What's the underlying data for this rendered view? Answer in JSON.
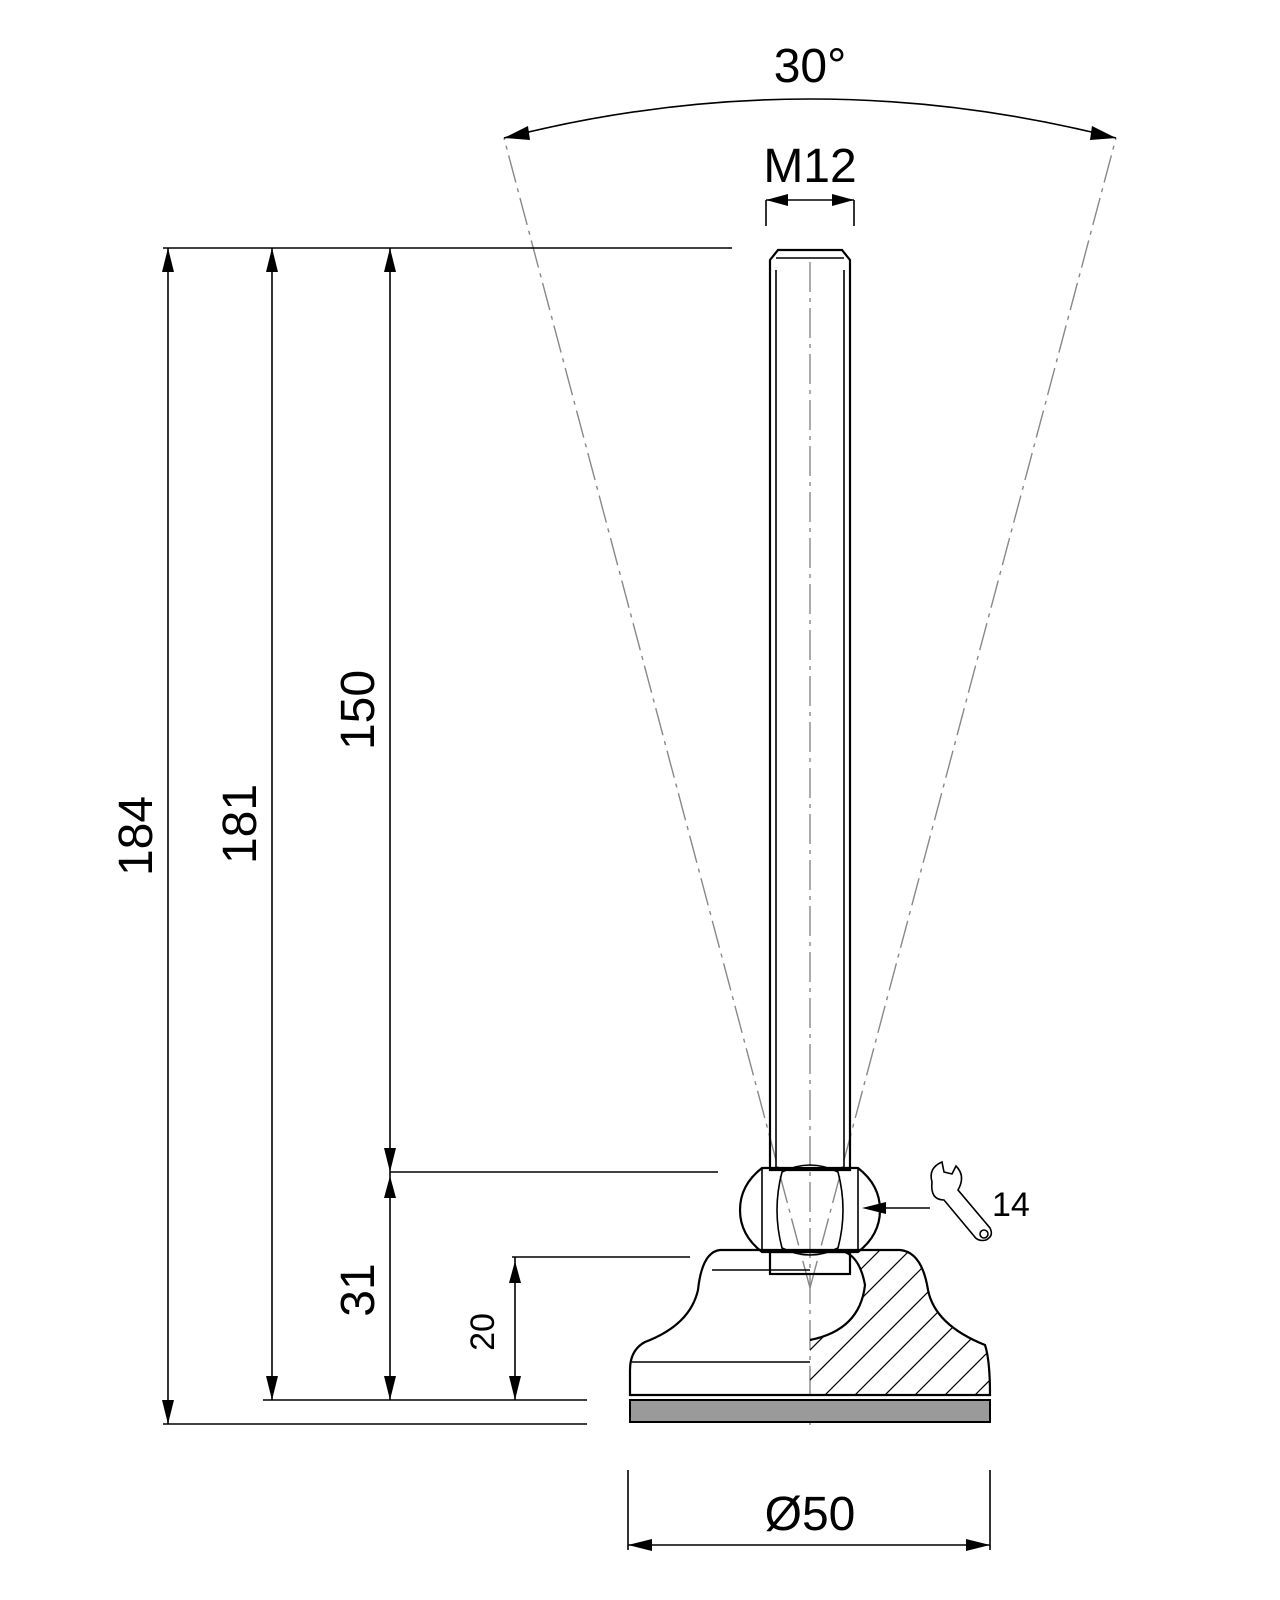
{
  "dimensions": {
    "angle": "30°",
    "thread": "M12",
    "total_height": "184",
    "height_to_base": "181",
    "thread_length": "150",
    "nut_to_base": "31",
    "base_height": "20",
    "wrench_size": "14",
    "base_diameter": "Ø50"
  },
  "colors": {
    "line": "#000000",
    "center_line": "#888888",
    "pad": "#9a9a9a"
  },
  "icons": {
    "wrench": "wrench-icon"
  }
}
